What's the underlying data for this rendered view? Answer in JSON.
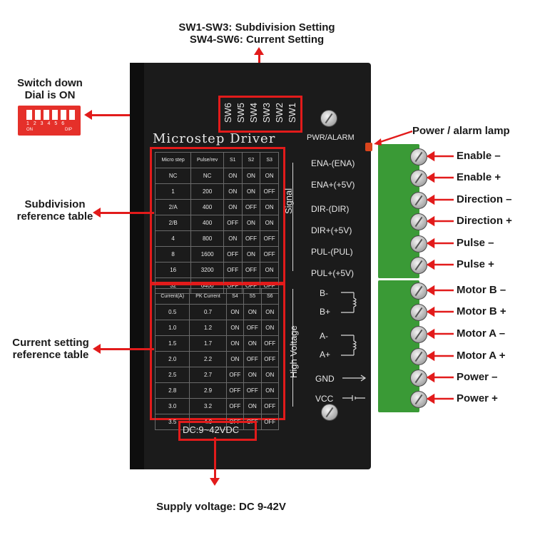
{
  "top_callout": {
    "line1": "SW1-SW3: Subdivision Setting",
    "line2": "SW4-SW6: Current Setting"
  },
  "dip_callout": {
    "line1": "Switch down",
    "line2": "Dial is ON"
  },
  "dip_switch": {
    "numbers": "1 2 3 4 5 6",
    "on_label": "ON",
    "dip_label": "DIP"
  },
  "device": {
    "brand": "Microstep Driver",
    "switch_labels": [
      "SW6",
      "SW5",
      "SW4",
      "SW3",
      "SW2",
      "SW1"
    ],
    "pwr_label": "PWR/ALARM",
    "voltage_label": "DC:9~42VDC",
    "signal_group": "Signal",
    "hv_group": "High Voltage",
    "signals": [
      "ENA-(ENA)",
      "ENA+(+5V)",
      "DIR-(DIR)",
      "DIR+(+5V)",
      "PUL-(PUL)",
      "PUL+(+5V)"
    ],
    "hv_terms": [
      "B-",
      "B+",
      "A-",
      "A+",
      "GND",
      "VCC"
    ]
  },
  "subdivision_table": {
    "headers": [
      "Micro step",
      "Pulse/rev",
      "S1",
      "S2",
      "S3"
    ],
    "rows": [
      [
        "NC",
        "NC",
        "ON",
        "ON",
        "ON"
      ],
      [
        "1",
        "200",
        "ON",
        "ON",
        "OFF"
      ],
      [
        "2/A",
        "400",
        "ON",
        "OFF",
        "ON"
      ],
      [
        "2/B",
        "400",
        "OFF",
        "ON",
        "ON"
      ],
      [
        "4",
        "800",
        "ON",
        "OFF",
        "OFF"
      ],
      [
        "8",
        "1600",
        "OFF",
        "ON",
        "OFF"
      ],
      [
        "16",
        "3200",
        "OFF",
        "OFF",
        "ON"
      ],
      [
        "32",
        "6400",
        "OFF",
        "OFF",
        "OFF"
      ]
    ]
  },
  "current_table": {
    "headers": [
      "Current(A)",
      "PK Current",
      "S4",
      "S5",
      "S6"
    ],
    "rows": [
      [
        "0.5",
        "0.7",
        "ON",
        "ON",
        "ON"
      ],
      [
        "1.0",
        "1.2",
        "ON",
        "OFF",
        "ON"
      ],
      [
        "1.5",
        "1.7",
        "ON",
        "ON",
        "OFF"
      ],
      [
        "2.0",
        "2.2",
        "ON",
        "OFF",
        "OFF"
      ],
      [
        "2.5",
        "2.7",
        "OFF",
        "ON",
        "ON"
      ],
      [
        "2.8",
        "2.9",
        "OFF",
        "OFF",
        "ON"
      ],
      [
        "3.0",
        "3.2",
        "OFF",
        "ON",
        "OFF"
      ],
      [
        "3.5",
        "4.0",
        "OFF",
        "OFF",
        "OFF"
      ]
    ]
  },
  "left_callouts": {
    "subdivision": {
      "line1": "Subdivision",
      "line2": "reference table"
    },
    "current": {
      "line1": "Current setting",
      "line2": "reference table"
    }
  },
  "lamp_callout": "Power / alarm lamp",
  "terminal_labels": [
    "Enable –",
    "Enable +",
    "Direction –",
    "Direction +",
    "Pulse –",
    "Pulse +",
    "Motor B –",
    "Motor B +",
    "Motor A –",
    "Motor A +",
    "Power –",
    "Power +"
  ],
  "supply_callout": "Supply voltage: DC 9-42V",
  "colors": {
    "accent_red": "#e21b1b",
    "terminal_green": "#3a9a36",
    "device_body": "#1b1b1b"
  }
}
